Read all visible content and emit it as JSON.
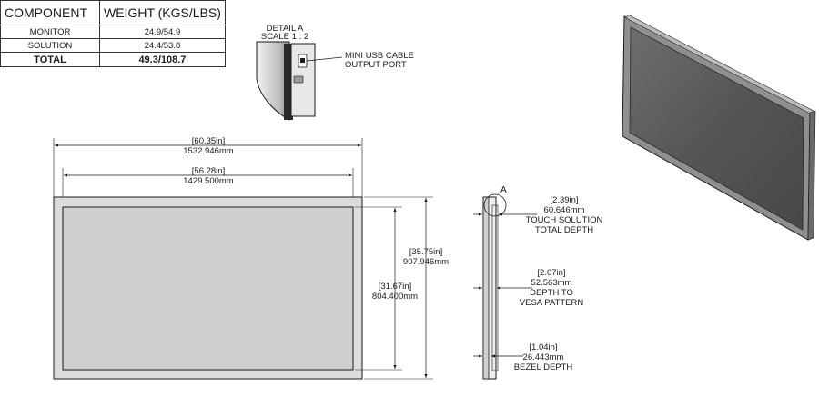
{
  "weight_table": {
    "headers": [
      "COMPONENT",
      "WEIGHT (KGS/LBS)"
    ],
    "rows": [
      {
        "component": "MONITOR",
        "weight": "24.9/54.9"
      },
      {
        "component": "SOLUTION",
        "weight": "24.4/53.8"
      }
    ],
    "total": {
      "component": "TOTAL",
      "weight": "49.3/108.7"
    }
  },
  "detail": {
    "title": "DETAIL A",
    "scale": "SCALE 1 : 2",
    "callout_line1": "MINI USB CABLE",
    "callout_line2": "OUTPUT PORT"
  },
  "front_view": {
    "overall_width_in": "[60.35in]",
    "overall_width_mm": "1532.946mm",
    "screen_width_in": "[56.28in]",
    "screen_width_mm": "1429.500mm",
    "overall_height_in": "[35.75in]",
    "overall_height_mm": "907.946mm",
    "screen_height_in": "[31.67in]",
    "screen_height_mm": "804.400mm"
  },
  "side_view": {
    "section_marker": "A",
    "total_depth_in": "[2.39in]",
    "total_depth_mm": "60.646mm",
    "total_depth_label1": "TOUCH SOLUTION",
    "total_depth_label2": "TOTAL DEPTH",
    "vesa_depth_in": "[2.07in]",
    "vesa_depth_mm": "52.563mm",
    "vesa_depth_label1": "DEPTH TO",
    "vesa_depth_label2": "VESA PATTERN",
    "bezel_depth_in": "[1.04in]",
    "bezel_depth_mm": "26.443mm",
    "bezel_depth_label": "BEZEL DEPTH"
  },
  "colors": {
    "line": "#1a1a1a",
    "bezel_fill": "#d9d9d9",
    "screen_fill": "#cfcfcf",
    "iso_screen": "#5a5a5a"
  }
}
